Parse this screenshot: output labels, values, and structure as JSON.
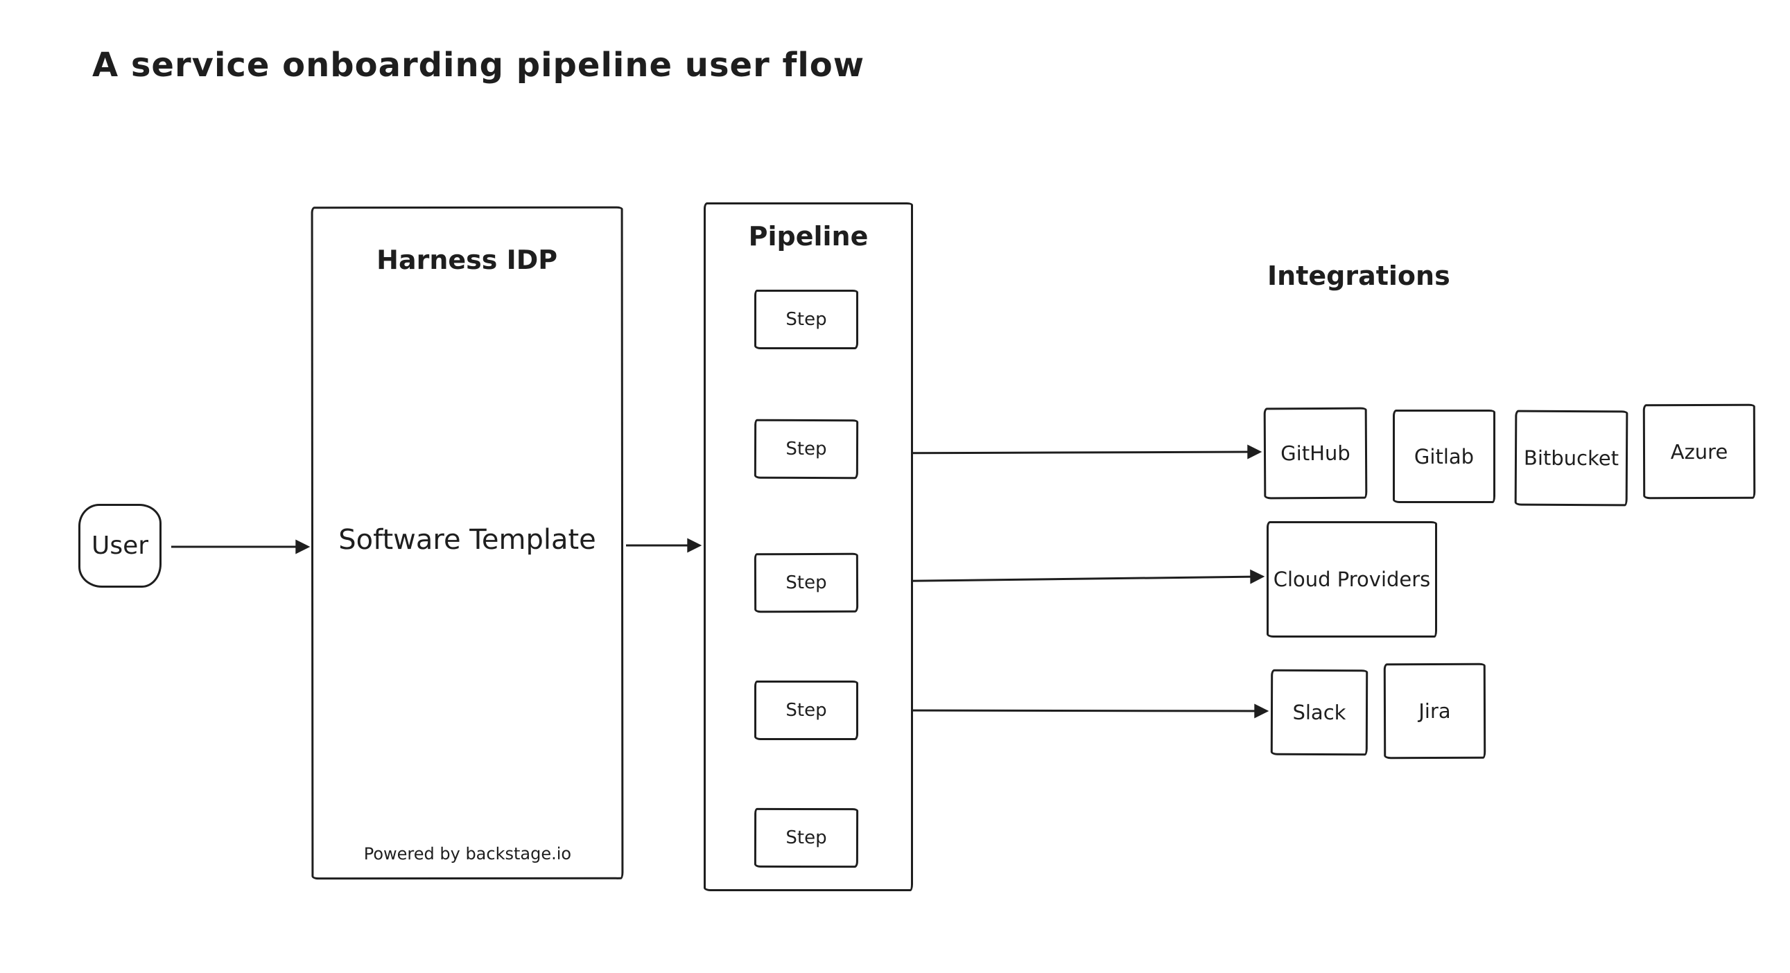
{
  "colors": {
    "stroke": "#1e1e1e",
    "canvas": "#ffffff"
  },
  "title": "A service onboarding pipeline user flow",
  "user": {
    "label": "User"
  },
  "harness": {
    "title": "Harness IDP",
    "body": "Software Template",
    "footer": "Powered by backstage.io"
  },
  "pipeline": {
    "title": "Pipeline",
    "steps": [
      {
        "label": "Step"
      },
      {
        "label": "Step"
      },
      {
        "label": "Step"
      },
      {
        "label": "Step"
      },
      {
        "label": "Step"
      }
    ]
  },
  "integrations": {
    "title": "Integrations",
    "row1": [
      {
        "label": "GitHub"
      },
      {
        "label": "Gitlab"
      },
      {
        "label": "Bitbucket"
      },
      {
        "label": "Azure"
      }
    ],
    "row2": [
      {
        "label": "Cloud Providers"
      }
    ],
    "row3": [
      {
        "label": "Slack"
      },
      {
        "label": "Jira"
      }
    ]
  }
}
